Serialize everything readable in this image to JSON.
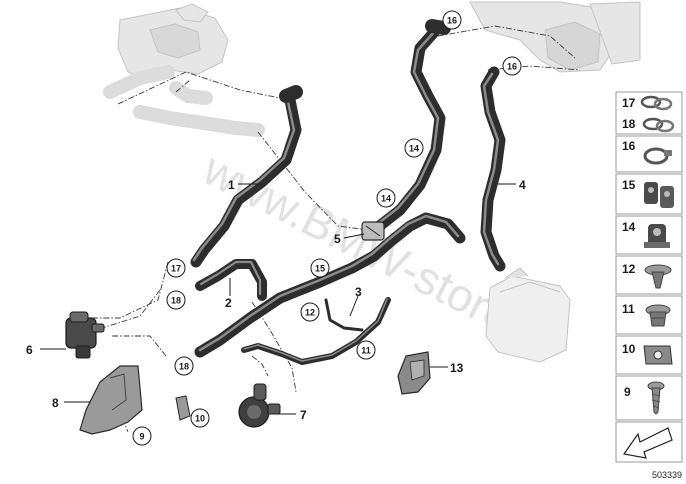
{
  "diagram": {
    "callouts": [
      {
        "id": "c1",
        "number": "1"
      },
      {
        "id": "c2",
        "number": "2"
      },
      {
        "id": "c3",
        "number": "3"
      },
      {
        "id": "c4",
        "number": "4"
      },
      {
        "id": "c5",
        "number": "5"
      },
      {
        "id": "c6",
        "number": "6"
      },
      {
        "id": "c7",
        "number": "7"
      },
      {
        "id": "c8",
        "number": "8"
      },
      {
        "id": "c13",
        "number": "13"
      }
    ],
    "circled_callouts": [
      {
        "id": "cc9",
        "number": "9"
      },
      {
        "id": "cc10",
        "number": "10"
      },
      {
        "id": "cc11",
        "number": "11"
      },
      {
        "id": "cc12",
        "number": "12"
      },
      {
        "id": "cc14a",
        "number": "14"
      },
      {
        "id": "cc14b",
        "number": "14"
      },
      {
        "id": "cc15",
        "number": "15"
      },
      {
        "id": "cc16a",
        "number": "16"
      },
      {
        "id": "cc16b",
        "number": "16"
      },
      {
        "id": "cc17",
        "number": "17"
      },
      {
        "id": "cc18a",
        "number": "18"
      },
      {
        "id": "cc18b",
        "number": "18"
      }
    ],
    "legend": [
      {
        "numbers": [
          "17",
          "18"
        ],
        "icon": "hose-clamp-pair-icon"
      },
      {
        "numbers": [
          "16"
        ],
        "icon": "hose-clamp-icon"
      },
      {
        "numbers": [
          "15"
        ],
        "icon": "double-hose-holder-icon"
      },
      {
        "numbers": [
          "14"
        ],
        "icon": "hose-holder-icon"
      },
      {
        "numbers": [
          "12"
        ],
        "icon": "expanding-rivet-icon"
      },
      {
        "numbers": [
          "11"
        ],
        "icon": "plastic-nut-icon"
      },
      {
        "numbers": [
          "10"
        ],
        "icon": "spring-nut-icon"
      },
      {
        "numbers": [
          "9"
        ],
        "icon": "screw-icon"
      },
      {
        "numbers": [],
        "icon": "direction-arrow-icon"
      }
    ],
    "reference_number": "503339",
    "watermark": "www.BMW-store.pl"
  }
}
